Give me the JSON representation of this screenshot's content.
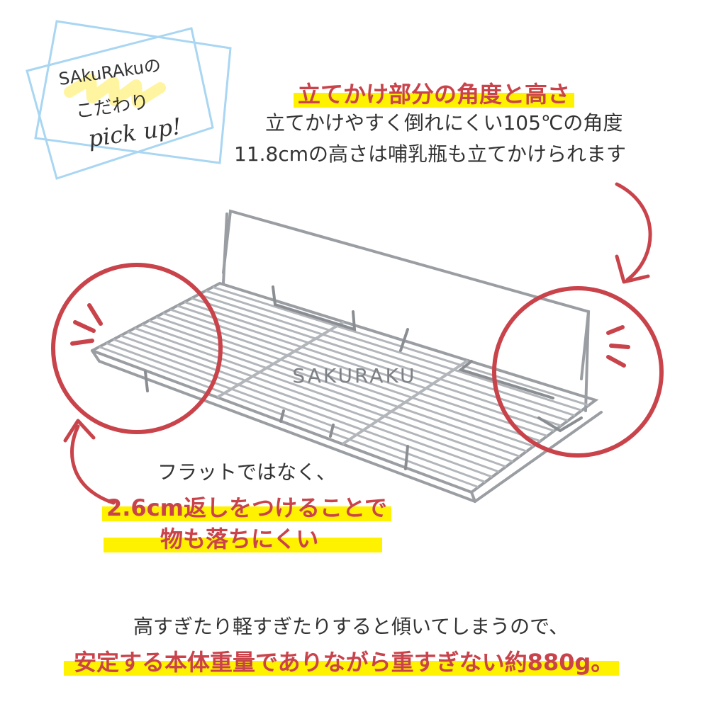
{
  "colors": {
    "accent_red": "#c9434b",
    "highlight_yellow": "#fff200",
    "text_dark": "#333333",
    "frame_blue": "#a9d6f2",
    "steel": "#9a9ea2",
    "yellow_soft": "#fff5a0"
  },
  "badge": {
    "line1": "SAkuRAkuの",
    "line2": "こだわり",
    "line3": "pick up!"
  },
  "top_callout": {
    "heading": "立てかけ部分の角度と高さ",
    "line1": "立てかけやすく倒れにくい105℃の角度",
    "line2": "11.8cmの高さは哺乳瓶も立てかけられます"
  },
  "product": {
    "brand_mark": "SAKURAKU"
  },
  "middle_callout": {
    "line1": "フラットではなく、",
    "heading1": "2.6cm返しをつけることで",
    "heading2": "物も落ちにくい"
  },
  "bottom_callout": {
    "line1": "高すぎたり軽すぎたりすると傾いてしまうので、",
    "heading": "安定する本体重量でありながら重すぎない約880g。"
  }
}
